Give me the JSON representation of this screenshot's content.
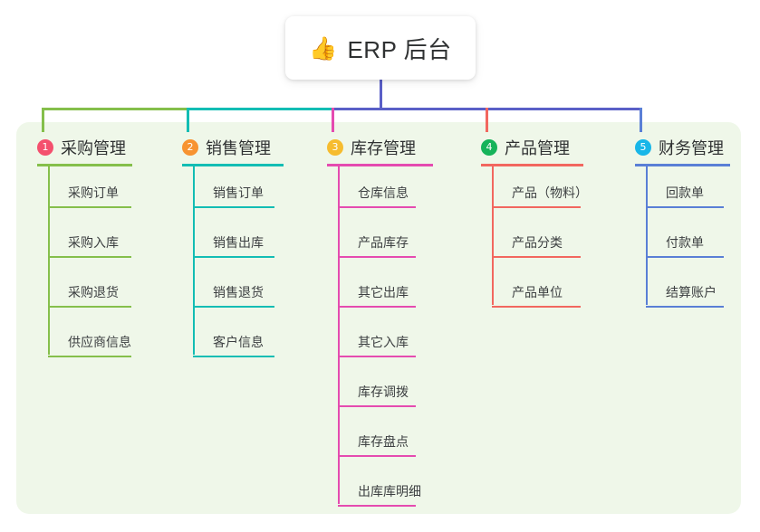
{
  "diagram": {
    "root": {
      "icon": "thumbs-up-icon",
      "emoji": "👍",
      "title": "ERP 后台"
    },
    "bus_color": "#5a5fc7",
    "panel_color": "#eff7e9",
    "branches": [
      {
        "number": "1",
        "title": "采购管理",
        "badge_color": "#f4506e",
        "line_color": "#85bf4b",
        "items": [
          {
            "label": "采购订单"
          },
          {
            "label": "采购入库"
          },
          {
            "label": "采购退货"
          },
          {
            "label": "供应商信息"
          }
        ]
      },
      {
        "number": "2",
        "title": "销售管理",
        "badge_color": "#f79331",
        "line_color": "#13bdb4",
        "items": [
          {
            "label": "销售订单"
          },
          {
            "label": "销售出库"
          },
          {
            "label": "销售退货"
          },
          {
            "label": "客户信息"
          }
        ]
      },
      {
        "number": "3",
        "title": "库存管理",
        "badge_color": "#f6bc2f",
        "line_color": "#e54bb0",
        "items": [
          {
            "label": "仓库信息"
          },
          {
            "label": "产品库存"
          },
          {
            "label": "其它出库"
          },
          {
            "label": "其它入库"
          },
          {
            "label": "库存调拨"
          },
          {
            "label": "库存盘点"
          },
          {
            "label": "出库库明细"
          }
        ]
      },
      {
        "number": "4",
        "title": "产品管理",
        "badge_color": "#16b35a",
        "line_color": "#f2675f",
        "items": [
          {
            "label": "产品（物料）"
          },
          {
            "label": "产品分类"
          },
          {
            "label": "产品单位"
          }
        ]
      },
      {
        "number": "5",
        "title": "财务管理",
        "badge_color": "#18b6e8",
        "line_color": "#5a7fd6",
        "items": [
          {
            "label": "回款单"
          },
          {
            "label": "付款单"
          },
          {
            "label": "结算账户"
          }
        ]
      }
    ]
  }
}
